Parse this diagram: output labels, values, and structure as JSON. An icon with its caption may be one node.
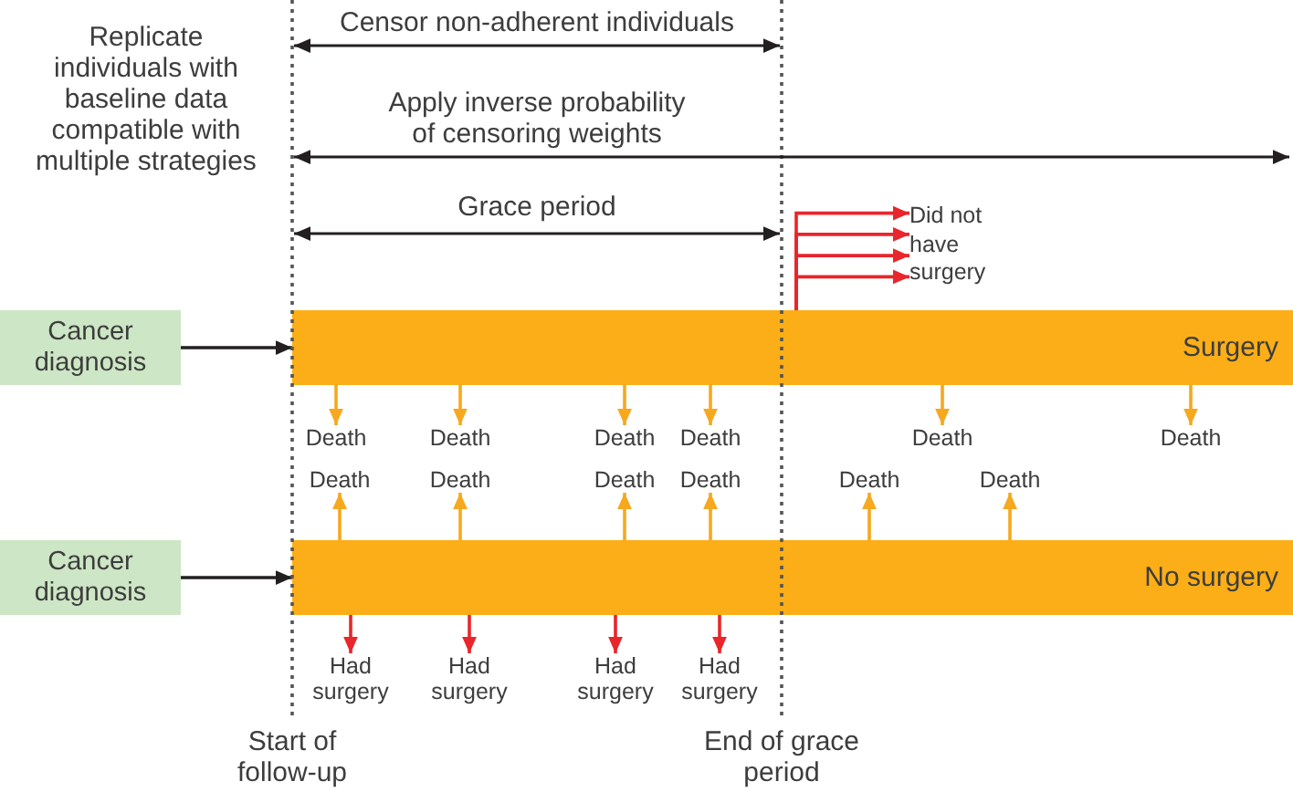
{
  "diagram": {
    "nodes": [
      {
        "text": [
          "Did not have surgery"
        ]
      },
      {
        "text": [
          "Cancer diagnosis"
        ]
      },
      {
        "text": [
          "Surgery"
        ]
      },
      {
        "text": [
          "Death"
        ]
      },
      {
        "text": [
          "Death"
        ]
      },
      {
        "text": [
          "Death"
        ]
      },
      {
        "text": [
          "Death"
        ]
      },
      {
        "text": [
          "Death"
        ]
      },
      {
        "text": [
          "Death"
        ]
      },
      {
        "text": [
          "Death"
        ]
      },
      {
        "text": [
          "Death"
        ]
      },
      {
        "text": [
          "Death"
        ]
      },
      {
        "text": [
          "Death"
        ]
      },
      {
        "text": [
          "Death"
        ]
      },
      {
        "text": [
          "Death"
        ]
      },
      {
        "text": [
          "Cancer diagnosis"
        ]
      },
      {
        "text": [
          "No surgery"
        ]
      },
      {
        "text": [
          "Had surgery"
        ]
      },
      {
        "text": [
          "Had surgery"
        ]
      },
      {
        "text": [
          "Had surgery"
        ]
      },
      {
        "text": [
          "Had surgery"
        ]
      }
    ],
    "edges": [
      {
        "from": 2,
        "to": 0,
        "arrow": "to",
        "color": "#e8262b"
      },
      {
        "from": 2,
        "to": 0,
        "arrow": "to",
        "color": "#e8262b"
      },
      {
        "from": 2,
        "to": 0,
        "arrow": "to",
        "color": "#e8262b"
      },
      {
        "from": 2,
        "to": 0,
        "arrow": "to",
        "color": "#e8262b"
      },
      {
        "from": 1,
        "to": 2,
        "arrow": "to",
        "color": "#231f20"
      },
      {
        "from": 2,
        "to": 3,
        "arrow": "to"
      },
      {
        "from": 2,
        "to": 4,
        "arrow": "to"
      },
      {
        "from": 2,
        "to": 5,
        "arrow": "to"
      },
      {
        "from": 2,
        "to": 6,
        "arrow": "to"
      },
      {
        "from": 2,
        "to": 7,
        "arrow": "to"
      },
      {
        "from": 2,
        "to": 8,
        "arrow": "to"
      },
      {
        "from": 16,
        "to": 9,
        "arrow": "to"
      },
      {
        "from": 16,
        "to": 10,
        "arrow": "to"
      },
      {
        "from": 16,
        "to": 11,
        "arrow": "to"
      },
      {
        "from": 16,
        "to": 12,
        "arrow": "to"
      },
      {
        "from": 16,
        "to": 13,
        "arrow": "to"
      },
      {
        "from": 16,
        "to": 14,
        "arrow": "to"
      },
      {
        "from": 15,
        "to": 16,
        "arrow": "to",
        "color": "#231f20"
      },
      {
        "from": 16,
        "to": 17,
        "arrow": "to",
        "color": "#e8262b"
      },
      {
        "from": 16,
        "to": 18,
        "arrow": "to",
        "color": "#e8262b"
      },
      {
        "from": 16,
        "to": 19,
        "arrow": "to",
        "color": "#e8262b"
      },
      {
        "from": 16,
        "to": 20,
        "arrow": "to",
        "color": "#e8262b"
      }
    ],
    "labels": [
      "Replicate individuals with baseline data compatible with multiple strategies",
      "Censor non-adherent individuals",
      "Apply inverse probability of censoring weights",
      "Grace period",
      "Start of follow-up",
      "End of grace period"
    ]
  }
}
